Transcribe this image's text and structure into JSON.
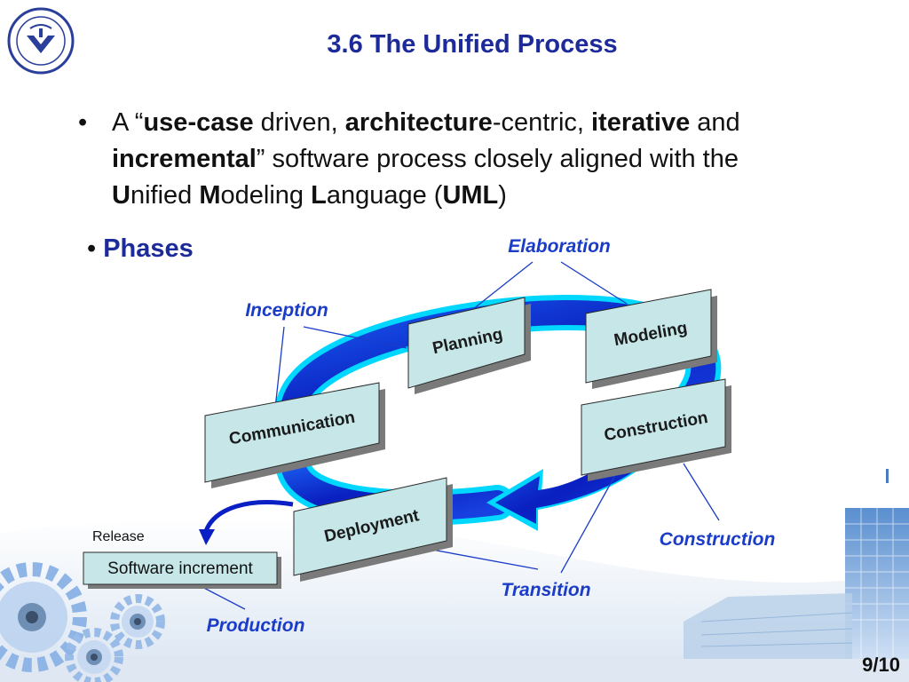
{
  "slide": {
    "title": "3.6  The Unified Process",
    "bullet_symbol": "•",
    "bullet1": {
      "t1": "A “",
      "b1": "use-case",
      "t2": " driven, ",
      "b2": "architecture",
      "t3": "-centric, ",
      "b3": "iterative",
      "t4": " and ",
      "b4": "incremental",
      "t5": "” software process closely aligned with the ",
      "b5": "U",
      "t6": "nified ",
      "b6": "M",
      "t7": "odeling ",
      "b7": "L",
      "t8": "anguage (",
      "b8": "UML",
      "t9": ")"
    },
    "bullet2": {
      "symbol": "•",
      "label": "Phases"
    },
    "page": "9/10"
  },
  "diagram": {
    "activities": {
      "communication": "Communication",
      "planning": "Planning",
      "modeling": "Modeling",
      "construction": "Construction",
      "deployment": "Deployment"
    },
    "phases": {
      "inception": "Inception",
      "elaboration": "Elaboration",
      "construction": "Construction",
      "transition": "Transition",
      "production": "Production"
    },
    "release_label": "Release",
    "increment_label": "Software increment"
  },
  "colors": {
    "title": "#1c2a9a",
    "phase_text": "#1a3cc8",
    "box_fill": "#c6e6e8",
    "box_shadow": "#7a7a7a",
    "ring_outer": "#00d7ff",
    "ring_inner": "#0b20c4",
    "connector": "#1a3cc8"
  }
}
